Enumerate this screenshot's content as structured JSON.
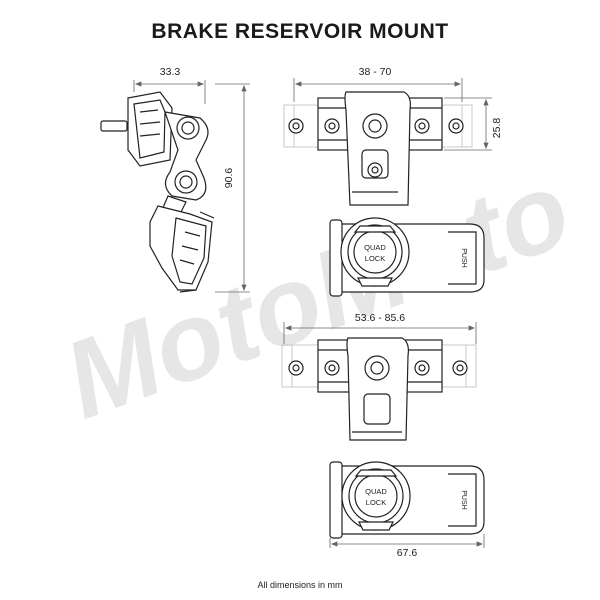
{
  "title": "BRAKE RESERVOIR MOUNT",
  "footnote": "All dimensions in mm",
  "watermark": "MotoMoto",
  "dimensions": {
    "side_width": "33.3",
    "side_height": "90.6",
    "top_clamp_range": "38 - 70",
    "top_height": "25.8",
    "bottom_clamp_range": "53.6 - 85.6",
    "bottom_width": "67.6"
  },
  "part_labels": {
    "quad": "QUAD",
    "lock": "LOCK",
    "push": "PUSH"
  },
  "colors": {
    "line": "#222222",
    "dim_line": "#666666",
    "watermark": "#e6e6e6",
    "ghost_line": "#bbbbbb"
  }
}
